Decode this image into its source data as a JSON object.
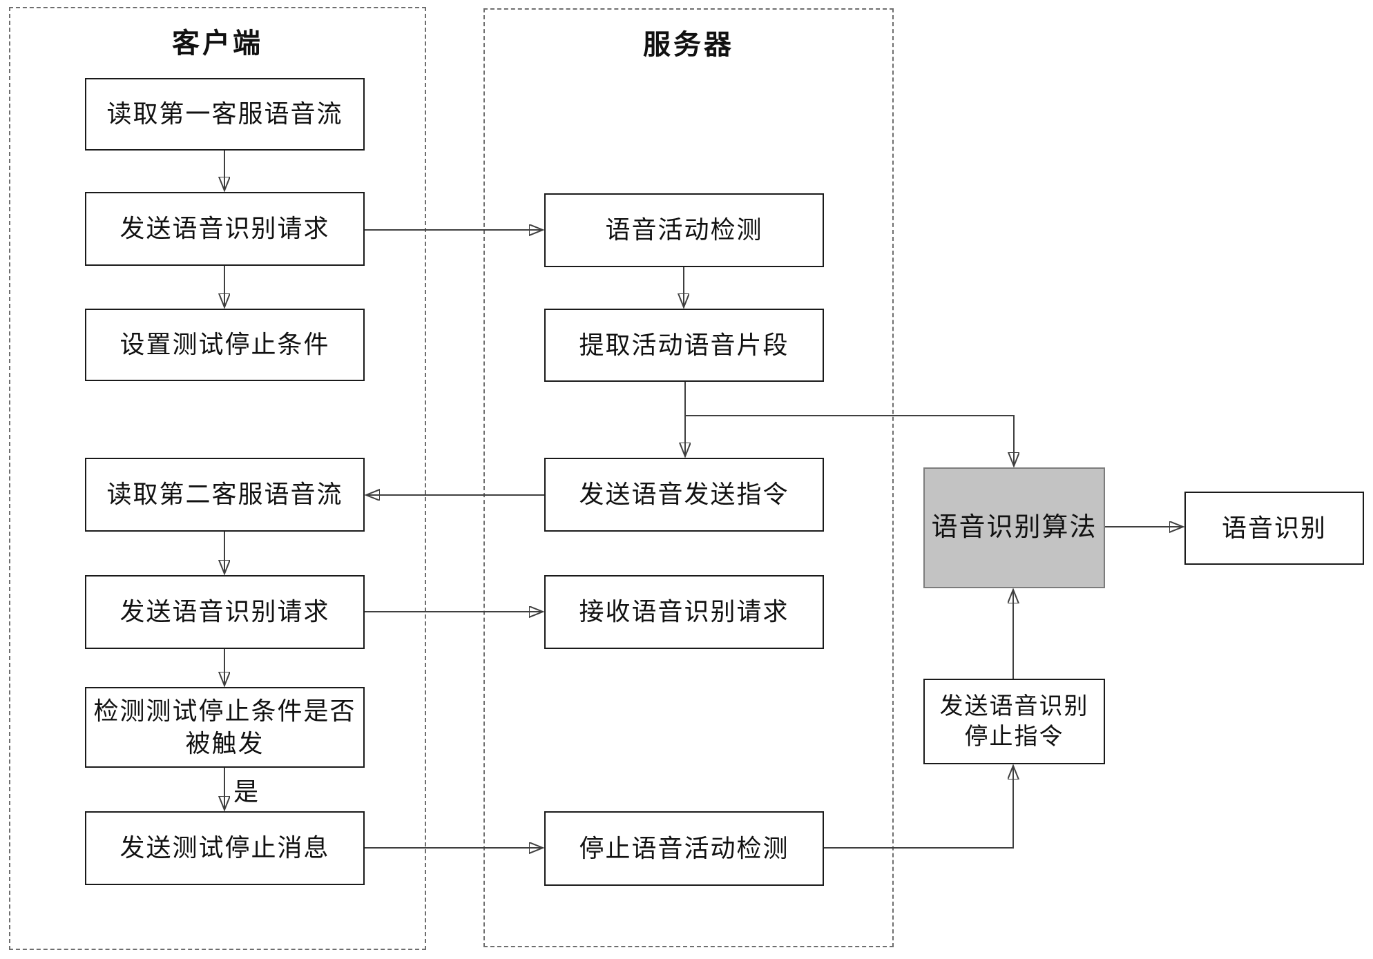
{
  "lanes": {
    "client": {
      "title": "客户端"
    },
    "server": {
      "title": "服务器"
    }
  },
  "client_nodes": {
    "read_first_stream": "读取第一客服语音流",
    "send_asr_request_1": "发送语音识别请求",
    "set_stop_condition": "设置测试停止条件",
    "read_second_stream": "读取第二客服语音流",
    "send_asr_request_2": "发送语音识别请求",
    "check_stop_condition_line1": "检测测试停止条件是否",
    "check_stop_condition_line2": "被触发",
    "send_stop_message": "发送测试停止消息"
  },
  "server_nodes": {
    "vad": "语音活动检测",
    "extract_segments": "提取活动语音片段",
    "send_voice_send_cmd": "发送语音发送指令",
    "receive_asr_request": "接收语音识别请求",
    "stop_vad": "停止语音活动检测"
  },
  "right_nodes": {
    "asr_algorithm": "语音识别算法",
    "asr_result": "语音识别",
    "send_asr_stop_cmd_line1": "发送语音识别",
    "send_asr_stop_cmd_line2": "停止指令"
  },
  "edge_labels": {
    "yes": "是"
  },
  "colors": {
    "background": "#ffffff",
    "box_border": "#1a1a1a",
    "box_text": "#111111",
    "arrow": "#3f3f3f",
    "dashed_border": "#6e6e6e",
    "gray_box_fill": "#c3c3c3",
    "gray_box_border": "#7c7c7c"
  }
}
